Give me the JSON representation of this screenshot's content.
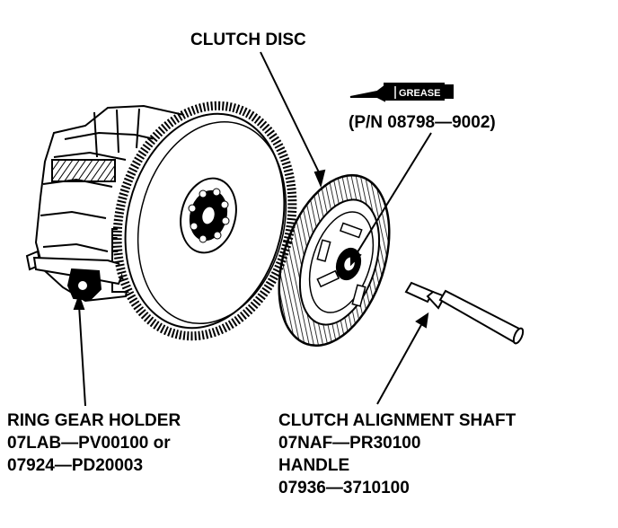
{
  "labels": {
    "clutch_disc": "CLUTCH DISC",
    "grease_tube": "GREASE",
    "part_number": "(P/N 08798—9002)",
    "ring_gear_holder": [
      "RING GEAR HOLDER",
      "07LAB—PV00100 or",
      "07924—PD20003"
    ],
    "alignment_shaft": [
      "CLUTCH ALIGNMENT SHAFT",
      "07NAF—PR30100",
      "HANDLE",
      "07936—3710100"
    ]
  }
}
